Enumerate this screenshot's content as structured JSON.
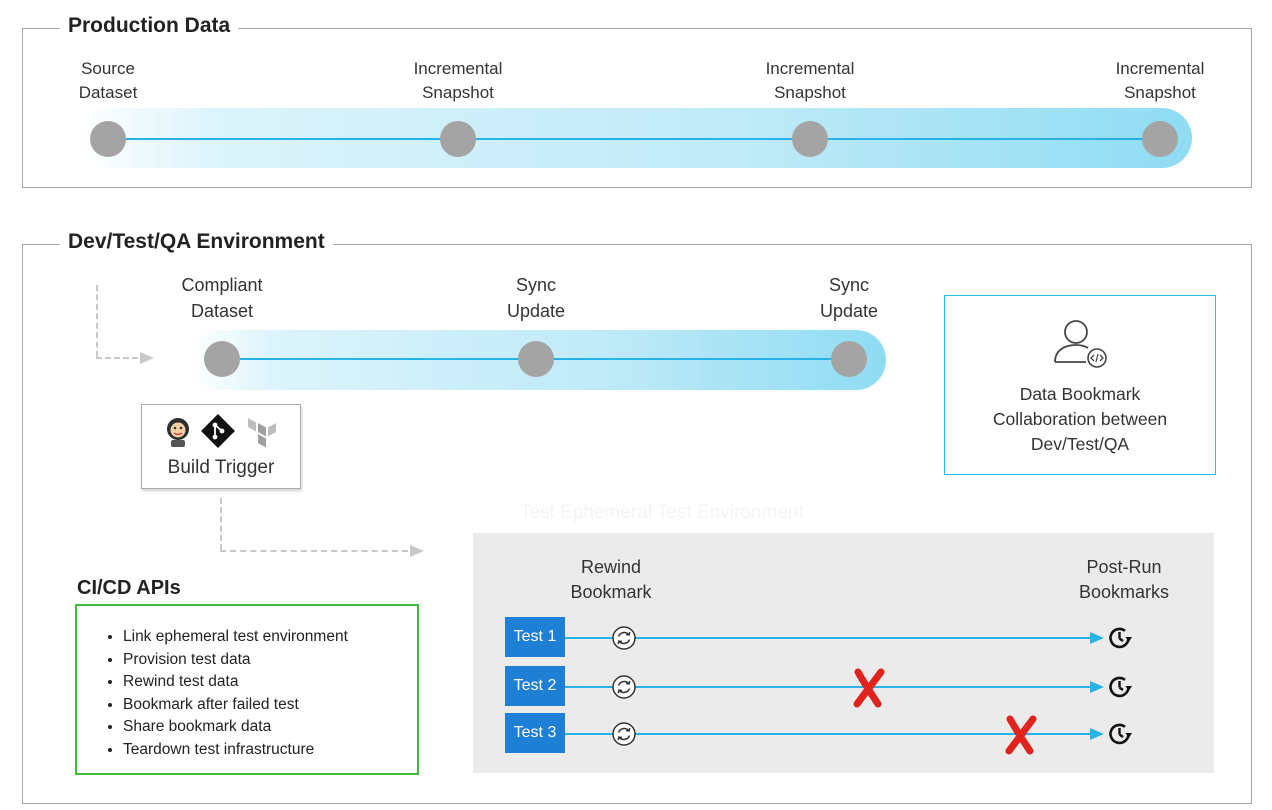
{
  "production": {
    "title": "Production Data",
    "nodes": [
      {
        "line1": "Source",
        "line2": "Dataset"
      },
      {
        "line1": "Incremental",
        "line2": "Snapshot"
      },
      {
        "line1": "Incremental",
        "line2": "Snapshot"
      },
      {
        "line1": "Incremental",
        "line2": "Snapshot"
      }
    ]
  },
  "devtest": {
    "title": "Dev/Test/QA Environment",
    "nodes": [
      {
        "line1": "Compliant",
        "line2": "Dataset"
      },
      {
        "line1": "Sync",
        "line2": "Update"
      },
      {
        "line1": "Sync",
        "line2": "Update"
      }
    ],
    "bookmark_box": {
      "line1": "Data Bookmark",
      "line2": "Collaboration between",
      "line3": "Dev/Test/QA",
      "icon": "user-code-icon"
    },
    "build": {
      "label": "Build Trigger",
      "icons": [
        "jenkins-icon",
        "git-icon",
        "terraform-icon"
      ]
    },
    "cicd": {
      "title": "CI/CD APIs",
      "items": [
        "Link ephemeral test environment",
        "Provision test data",
        "Rewind test data",
        "Bookmark after failed test",
        "Share bookmark data",
        "Teardown test infrastructure"
      ]
    },
    "test_env": {
      "faint_title": "Test Ephemeral Test Environment",
      "rewind": {
        "line1": "Rewind",
        "line2": "Bookmark"
      },
      "postrun": {
        "line1": "Post-Run",
        "line2": "Bookmarks"
      },
      "tests": [
        {
          "label": "Test 1",
          "failed": false
        },
        {
          "label": "Test 2",
          "failed": true
        },
        {
          "label": "Test 3",
          "failed": true
        }
      ]
    }
  },
  "colors": {
    "accent_blue": "#27b3e8",
    "test_button": "#1f7fd4",
    "fail_red": "#e0231c",
    "cicd_green": "#3dbb3d",
    "node_gray": "#a4a4a4"
  }
}
